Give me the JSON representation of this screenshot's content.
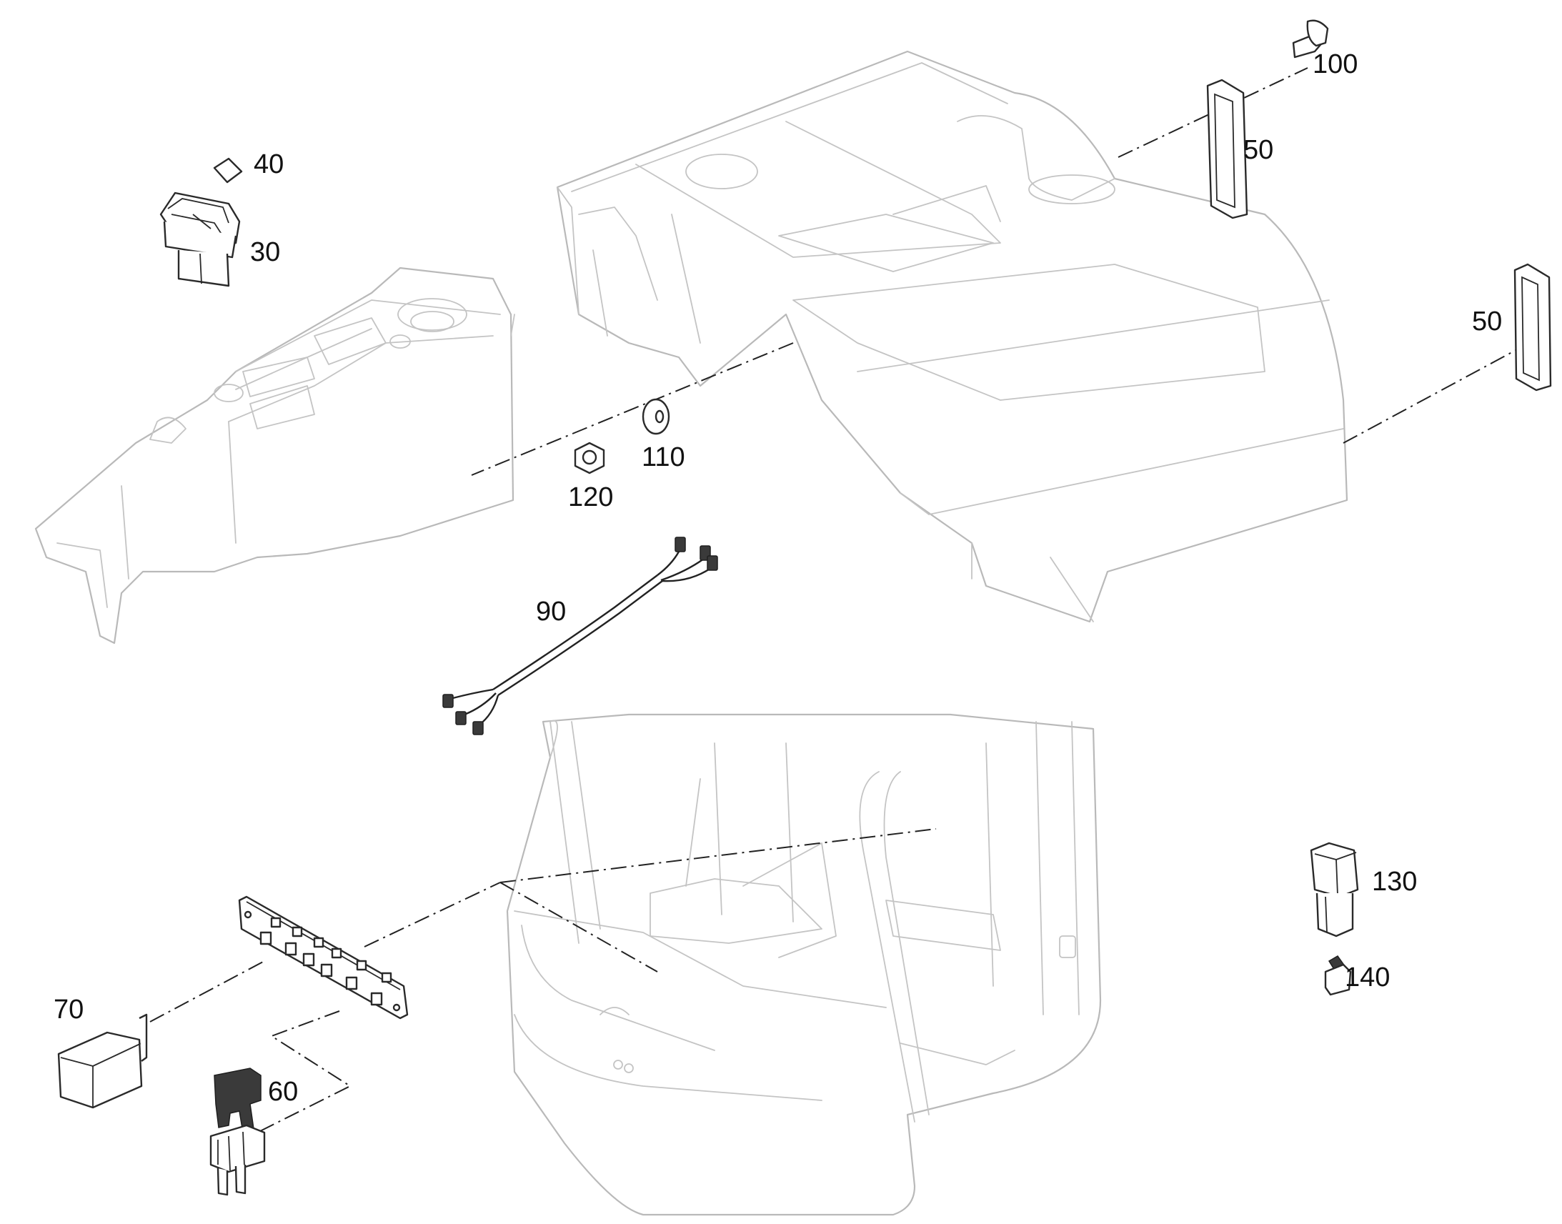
{
  "callouts": [
    {
      "id": "c30",
      "label": "30"
    },
    {
      "id": "c40",
      "label": "40"
    },
    {
      "id": "c50a",
      "label": "50"
    },
    {
      "id": "c50b",
      "label": "50"
    },
    {
      "id": "c60",
      "label": "60"
    },
    {
      "id": "c70",
      "label": "70"
    },
    {
      "id": "c90",
      "label": "90"
    },
    {
      "id": "c100",
      "label": "100"
    },
    {
      "id": "c110",
      "label": "110"
    },
    {
      "id": "c120",
      "label": "120"
    },
    {
      "id": "c130",
      "label": "130"
    },
    {
      "id": "c140",
      "label": "140"
    }
  ]
}
